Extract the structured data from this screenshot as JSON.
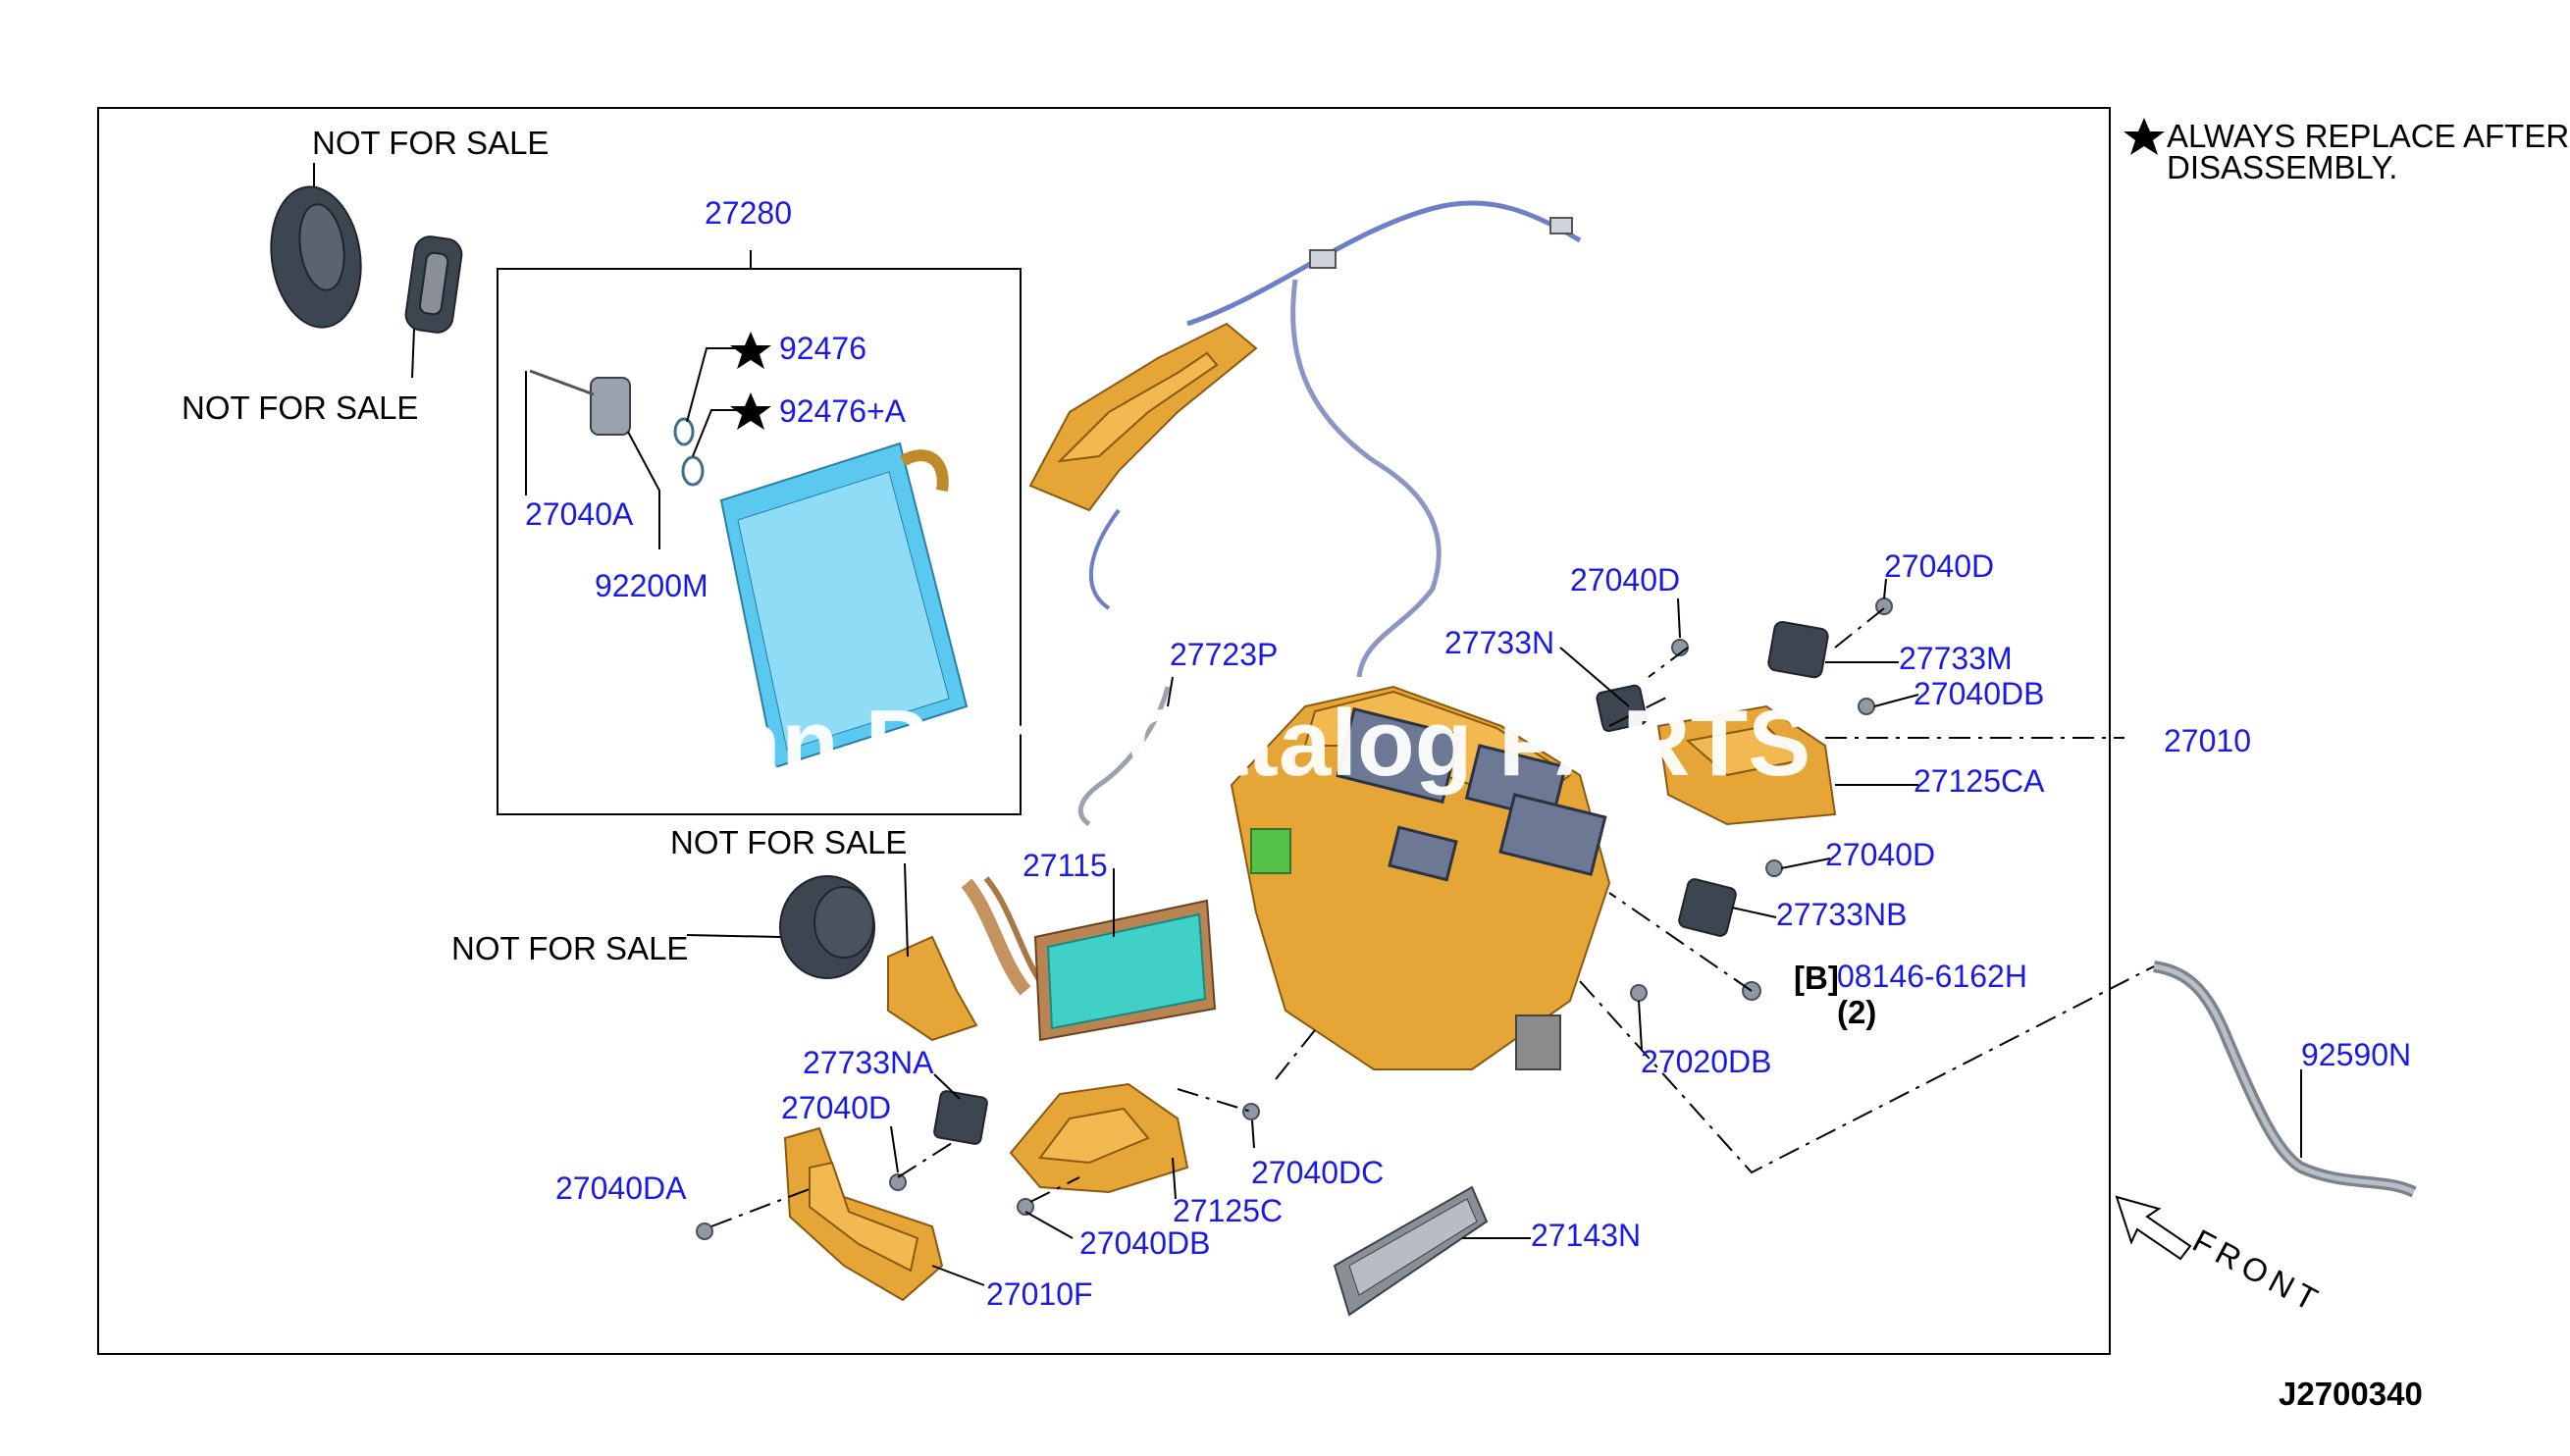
{
  "labels": {
    "p27280": "27280",
    "p92476": "92476",
    "p92476a": "92476+A",
    "p27040A": "27040A",
    "p92200M": "92200M",
    "p27723P": "27723P",
    "p27040D_top": "27040D",
    "p27040D_right": "27040D",
    "p27733N": "27733N",
    "p27733M": "27733M",
    "p27040DB_r": "27040DB",
    "p27125CA": "27125CA",
    "p27040D_mid": "27040D",
    "p27733NB": "27733NB",
    "p08146": "08146-6162H",
    "p27115": "27115",
    "p27020DB": "27020DB",
    "p92590N": "92590N",
    "p27733NA": "27733NA",
    "p27040D_l": "27040D",
    "p27040DA": "27040DA",
    "p27040DC": "27040DC",
    "p27125C": "27125C",
    "p27040DB_b": "27040DB",
    "p27143N": "27143N",
    "p27010F": "27010F",
    "p27010_cut": "27010"
  },
  "notes": {
    "nfs1": "NOT FOR SALE",
    "nfs2": "NOT FOR SALE",
    "nfs3": "NOT FOR SALE",
    "nfs4": "NOT FOR SALE",
    "b_tag": "[B]",
    "qty": "(2)",
    "always_line1": "ALWAYS REPLACE AFTER",
    "always_line2": "DISASSEMBLY.",
    "front": "FRONT",
    "diagram_id": "J2700340",
    "watermark": "Nissan Parts Catalog PARTS"
  },
  "icons": {
    "star": "star-icon",
    "front_arrow": "front-arrow-icon"
  },
  "colors": {
    "part_number": "#1a1ae6",
    "housing": "#e5a637",
    "evaporator": "#5bc8f0",
    "heater_core": "#40d0c8"
  }
}
